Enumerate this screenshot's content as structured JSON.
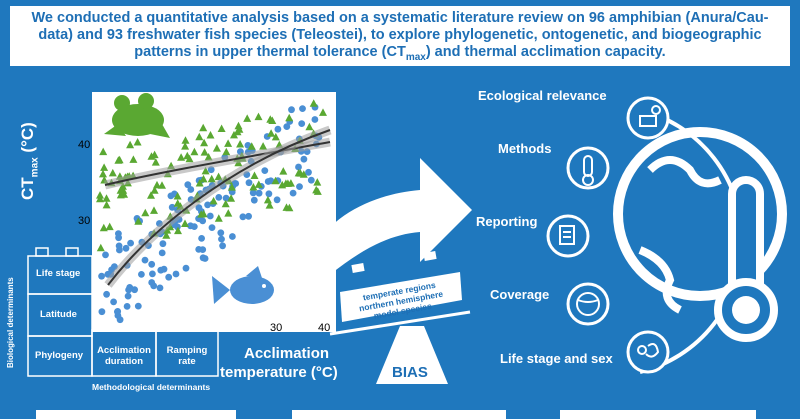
{
  "banner": {
    "line1": "We conducted a quantitative analysis based on a systematic literature review on 96 amphibian (Anura/Cau-",
    "line2": "data) and 93 freshwater fish species (Teleostei), to explore phylogenetic, ontogenetic, and biogeographic",
    "line3_pre": "patterns in upper thermal tolerance (CT",
    "line3_sub": "max",
    "line3_post": ") and thermal acclimation capacity."
  },
  "axes": {
    "y_label_main": "CT",
    "y_label_sub": "max",
    "y_label_unit": " (°C)",
    "x_label_line1": "Acclimation",
    "x_label_line2": "temperature (°C)",
    "y_ticks": [
      "40",
      "30"
    ],
    "x_ticks": [
      "30",
      "40"
    ]
  },
  "determinants": {
    "biological_title": "Biological determinants",
    "methodological_title": "Methodological determinants",
    "blocks": [
      "Life stage",
      "Latitude",
      "Phylogeny",
      "Acclimation duration",
      "Ramping rate"
    ]
  },
  "bias": {
    "label": "BIAS",
    "items": [
      "temperate regions",
      "northern hemisphere",
      "model species"
    ]
  },
  "topics": [
    "Ecological relevance",
    "Methods",
    "Reporting",
    "Coverage",
    "Life stage and sex"
  ],
  "colors": {
    "background": "#1f78be",
    "amphibian": "#5aa832",
    "fish": "#4a8fd4"
  },
  "icons": [
    "frog-icon",
    "fish-icon",
    "sun-thermometer-icon",
    "thermometer-icon",
    "document-icon",
    "globe-map-icon",
    "life-cycle-icon",
    "earth-thermometer-icon"
  ]
}
